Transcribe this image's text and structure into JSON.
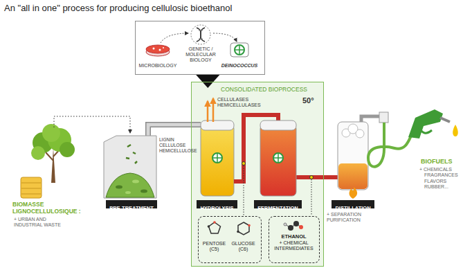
{
  "diagram": {
    "title": "An \"all in one\" process for producing cellulosic bioethanol",
    "nodes": [
      {
        "text": [
          "MICROBIOLOGY",
          "GENETIC / MOLECULAR BIOLOGY",
          "DEINOCOCCUS"
        ]
      },
      {
        "text": [
          "PRE-TREATMENT"
        ]
      },
      {
        "text": [
          "CONSOLIDATED BIOPROCESS",
          "50°"
        ]
      },
      {
        "text": [
          "HYDROLYSIS"
        ],
        "in": 2
      },
      {
        "text": [
          "FERMENTATION"
        ],
        "in": 2
      },
      {
        "text": [
          "PENTOSE (C5)",
          "GLUCOSE (C6)"
        ],
        "in": 2
      },
      {
        "text": [
          "ETHANOL",
          "+ CHEMICAL INTERMEDIATES"
        ],
        "in": 2
      },
      {
        "text": [
          "DISTILLATION"
        ]
      }
    ],
    "edges": [
      {
        "from": 0,
        "to": 2,
        "arrow": "to"
      }
    ],
    "labels": [
      "CELLULASES HEMICELLULASES",
      "LIGNIN CELLULOSE HEMICELLULOSE",
      "BIOMASSE LIGNOCELLULOSIQUE :",
      "+ URBAN AND INDUSTRIAL WASTE",
      "+ SEPARATION PURIFICATION",
      "BIOFUELS",
      "+ CHEMICALS FRAGRANCES FLAVORS RUBBER..."
    ]
  }
}
